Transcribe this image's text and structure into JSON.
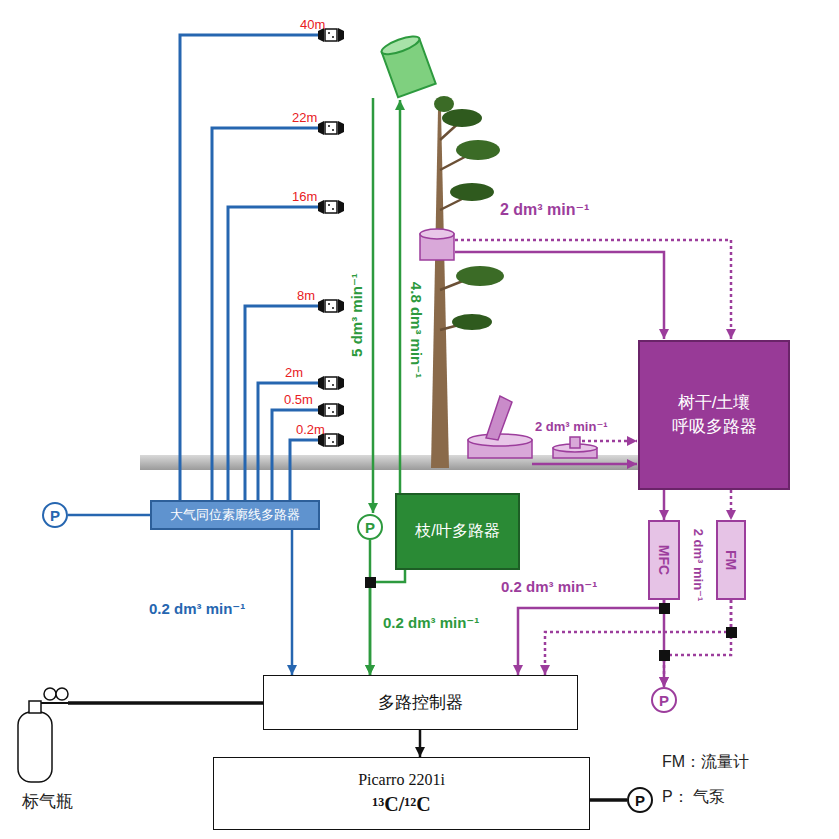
{
  "diagram": {
    "nodes": [
      {
        "text": [
          "P"
        ]
      },
      {
        "text": [
          "大气同位素廓线多路器"
        ]
      },
      {
        "text": [
          "P"
        ]
      },
      {
        "text": [
          "枝/叶多路器"
        ]
      },
      {
        "text": [
          "树干/土壤 呼吸多路器"
        ]
      },
      {
        "text": [
          "MFC"
        ]
      },
      {
        "text": [
          "FM"
        ]
      },
      {
        "text": [
          "P"
        ]
      },
      {
        "text": [
          "多路控制器"
        ]
      },
      {
        "text": [
          "Picarro 2201i",
          "¹³C/¹²C"
        ]
      },
      {
        "text": [
          "P"
        ]
      }
    ],
    "edges": [
      {
        "from": 0,
        "to": 1,
        "arrow": "none"
      },
      {
        "from": 1,
        "to": 8,
        "label": "0.2 dm³ min⁻¹",
        "arrow": "to"
      },
      {
        "from": 2,
        "to": 8,
        "label": "0.2 dm³ min⁻¹",
        "arrow": "to"
      },
      {
        "from": 3,
        "to": 8,
        "arrow": "to"
      },
      {
        "from": 4,
        "to": 5,
        "arrow": "to"
      },
      {
        "from": 4,
        "to": 6,
        "arrow": "to"
      },
      {
        "from": 5,
        "to": 7,
        "arrow": "to"
      },
      {
        "from": 6,
        "to": 7,
        "arrow": "to"
      },
      {
        "from": 5,
        "to": 8,
        "label": "0.2 dm³ min⁻¹",
        "arrow": "to"
      },
      {
        "from": 6,
        "to": 8,
        "arrow": "to"
      },
      {
        "from": 8,
        "to": 9,
        "arrow": "to"
      },
      {
        "from": 10,
        "to": 9,
        "arrow": "none"
      }
    ],
    "labels": [
      "40m",
      "22m",
      "16m",
      "8m",
      "2m",
      "0.5m",
      "0.2m",
      "5 dm³ min⁻¹",
      "4.8 dm³ min⁻¹",
      "2 dm³ min⁻¹",
      "2 dm³ min⁻¹",
      "2 dm³ min⁻¹",
      "标气瓶"
    ],
    "legend": [
      {
        "text": "FM：流量计"
      },
      {
        "text": "P： 气泵"
      }
    ]
  }
}
